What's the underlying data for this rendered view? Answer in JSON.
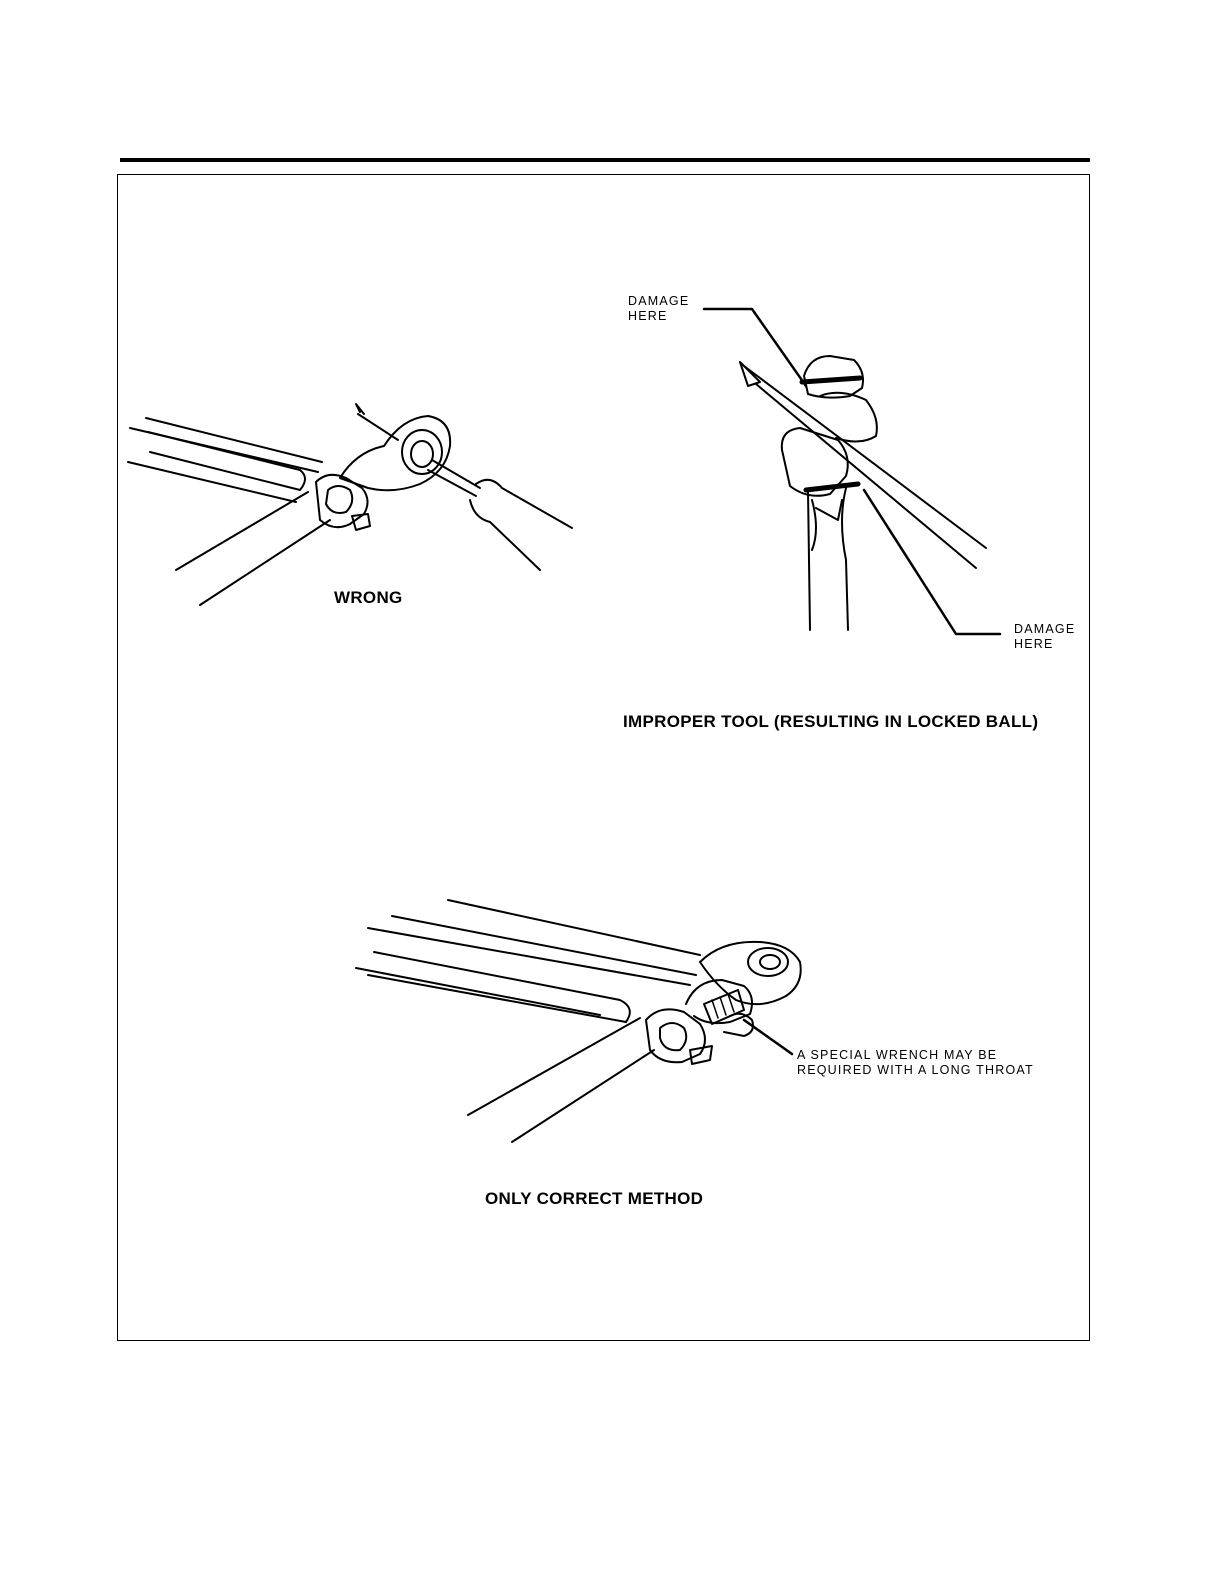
{
  "figures": {
    "wrong": {
      "caption": "WRONG"
    },
    "improper_tool": {
      "caption": "IMPROPER TOOL (RESULTING IN LOCKED BALL)",
      "callout_top": [
        "DAMAGE",
        "HERE"
      ],
      "callout_bottom": [
        "DAMAGE",
        "HERE"
      ]
    },
    "correct": {
      "caption": "ONLY CORRECT METHOD",
      "callout": [
        "A SPECIAL WRENCH MAY BE",
        "REQUIRED WITH A LONG THROAT"
      ]
    }
  }
}
